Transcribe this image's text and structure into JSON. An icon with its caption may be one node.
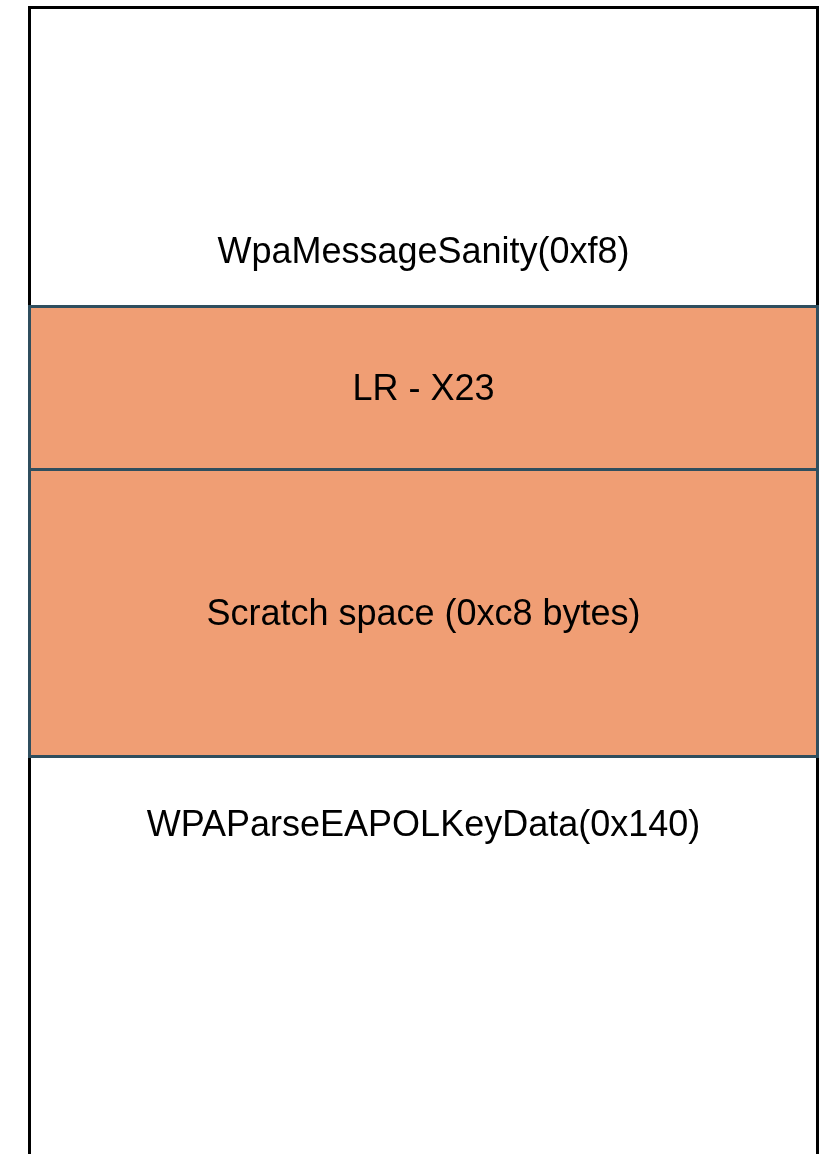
{
  "diagram": {
    "nodes": [
      {
        "text": [],
        "shape": "box"
      },
      {
        "text": [
          "LR - X23"
        ],
        "in": 0
      },
      {
        "text": [
          "Scratch space (0xc8 bytes)"
        ],
        "in": 0
      }
    ],
    "labels": [
      "WpaMessageSanity(0xf8)",
      "WPAParseEAPOLKeyData(0x140)"
    ]
  }
}
